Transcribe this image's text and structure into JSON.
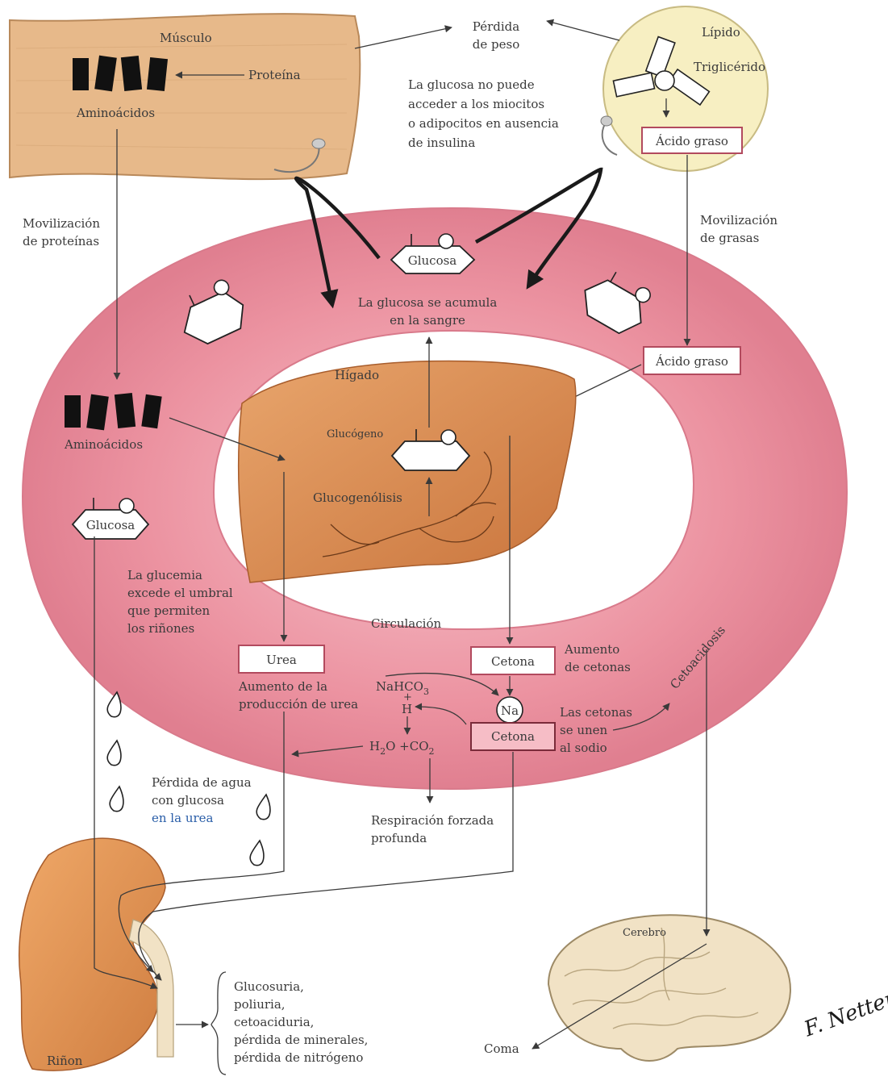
{
  "labels": {
    "musculo": "Músculo",
    "proteina": "Proteína",
    "aminoacidos_top": "Aminoácidos",
    "perdida_peso_1": "Pérdida",
    "perdida_peso_2": "de peso",
    "lipido": "Lípido",
    "trigliceridos": "Triglicérido",
    "acido_graso_top": "Ácido graso",
    "glucosa_note_1": "La glucosa no puede",
    "glucosa_note_2": "acceder a los miocitos",
    "glucosa_note_3": "o adipocitos en ausencia",
    "glucosa_note_4": "de insulina",
    "mov_proteinas_1": "Movilización",
    "mov_proteinas_2": "de proteínas",
    "mov_grasas_1": "Movilización",
    "mov_grasas_2": "de grasas",
    "glucosa_top": "Glucosa",
    "glucosa_acumula_1": "La glucosa se acumula",
    "glucosa_acumula_2": "en la sangre",
    "acido_graso_mid": "Ácido graso",
    "higado": "Hígado",
    "aminoacidos_left": "Aminoácidos",
    "glucogeno": "Glucógeno",
    "glucogenolisis": "Glucogenólisis",
    "glucosa_left": "Glucosa",
    "glucemia_1": "La glucemia",
    "glucemia_2": "excede el umbral",
    "glucemia_3": "que permiten",
    "glucemia_4": "los riñones",
    "circulacion": "Circulación",
    "cetoacidosis": "Cetoacidosis",
    "urea": "Urea",
    "aumento_urea_1": "Aumento de la",
    "aumento_urea_2": "producción de urea",
    "cetona_top": "Cetona",
    "aumento_cetonas_1": "Aumento",
    "aumento_cetonas_2": "de cetonas",
    "nahco3": "NaHCO",
    "nahco3_sub": "3",
    "plus": "+",
    "h": "H",
    "na": "Na",
    "cetona_bottom": "Cetona",
    "cetonas_unen_1": "Las cetonas",
    "cetonas_unen_2": "se unen",
    "cetonas_unen_3": "al sodio",
    "h2o": "H",
    "h2o_sub": "2",
    "h2o_rest": "O +CO",
    "co2_sub": "2",
    "perdida_agua_1": "Pérdida de agua",
    "perdida_agua_2": "con glucosa",
    "perdida_agua_3": "en la urea",
    "respiracion_1": "Respiración forzada",
    "respiracion_2": "profunda",
    "cerebro": "Cerebro",
    "rinon": "Riñon",
    "coma": "Coma",
    "res_1": "Glucosuria,",
    "res_2": "poliuria,",
    "res_3": "cetoaciduria,",
    "res_4": "pérdida de minerales,",
    "res_5": "pérdida de nitrógeno",
    "signature": "F. Netter"
  },
  "colors": {
    "muscle": "#e7b98a",
    "fat_cell": "#f7efc2",
    "ring": "#ec93a1",
    "liver": "#d9864c",
    "kidney": "#e69a5a",
    "brain": "#f1e2c5",
    "ink": "#3a3a3a"
  }
}
